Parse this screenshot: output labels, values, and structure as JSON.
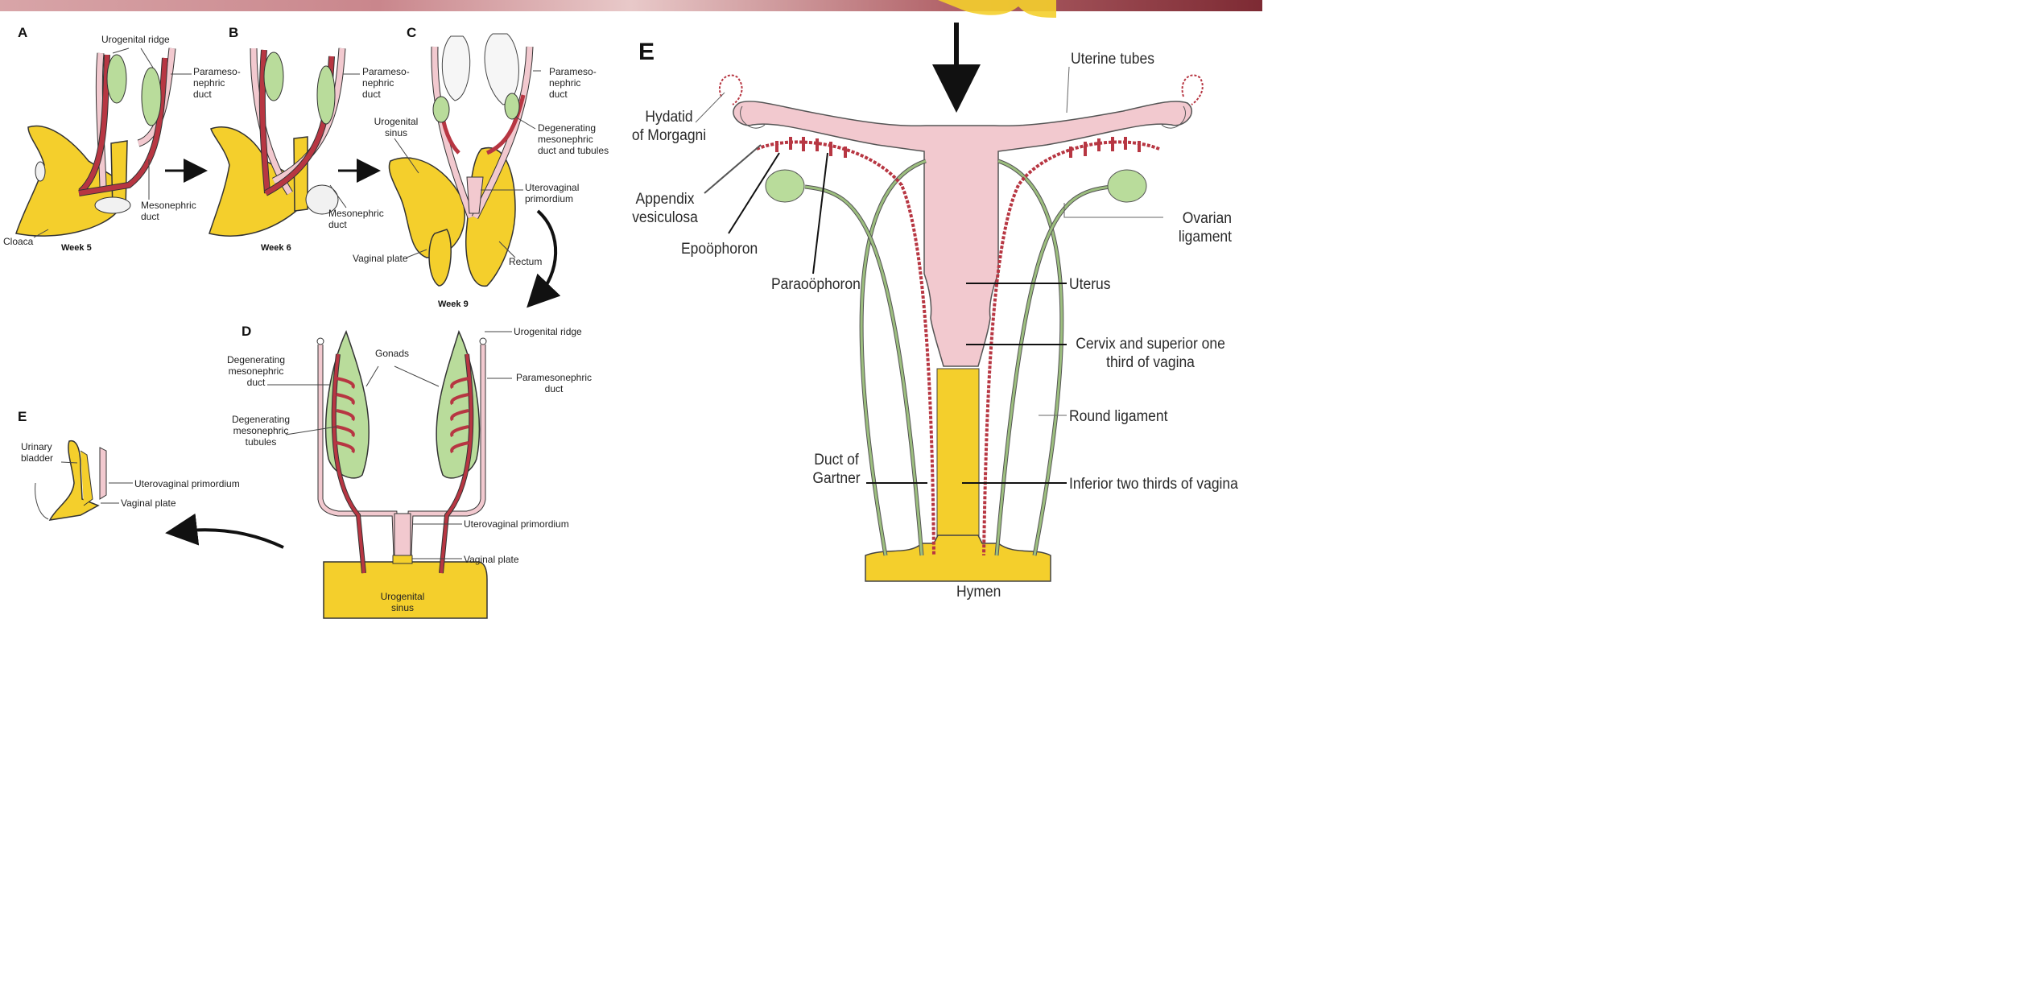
{
  "left_panel": {
    "A": {
      "letter": "A",
      "week": "Week 5",
      "urogenital_ridge": "Urogenital ridge",
      "paramesonephric": "Parameso-\nnephric\nduct",
      "mesonephric": "Mesonephric\nduct",
      "cloaca": "Cloaca"
    },
    "B": {
      "letter": "B",
      "week": "Week 6",
      "paramesonephric": "Parameso-\nnephric\nduct",
      "mesonephric": "Mesonephric\nduct"
    },
    "C": {
      "letter": "C",
      "week": "Week 9",
      "paramesonephric": "Parameso-\nnephric\nduct",
      "urogenital_sinus": "Urogenital\nsinus",
      "degenerating": "Degenerating\nmesonephric\nduct and tubules",
      "uterovaginal": "Uterovaginal\nprimordium",
      "vaginal_plate": "Vaginal plate",
      "rectum": "Rectum"
    },
    "D": {
      "letter": "D",
      "urogenital_ridge": "Urogenital ridge",
      "gonads": "Gonads",
      "degen_duct": "Degenerating\nmesonephric\nduct",
      "paramesonephric": "Paramesonephric\nduct",
      "degen_tubules": "Degenerating\nmesonephric\ntubules",
      "uterovaginal": "Uterovaginal primordium",
      "vaginal_plate": "Vaginal plate",
      "urogenital_sinus": "Urogenital\nsinus"
    },
    "E": {
      "letter": "E",
      "urinary_bladder": "Urinary\nbladder",
      "uterovaginal": "Uterovaginal primordium",
      "vaginal_plate": "Vaginal plate"
    }
  },
  "right_panel": {
    "letter": "E",
    "uterine_tubes": "Uterine tubes",
    "hydatid": "Hydatid\nof Morgagni",
    "appendix": "Appendix\nvesiculosa",
    "epoophoron": "Epoöphoron",
    "paraoophoron": "Paraoöphoron",
    "ovarian_ligament": "Ovarian\nligament",
    "uterus": "Uterus",
    "cervix": "Cervix and superior one\nthird of vagina",
    "round_ligament": "Round ligament",
    "duct_of_gartner": "Duct of\nGartner",
    "inferior_vagina": "Inferior two thirds of vagina",
    "hymen": "Hymen"
  },
  "colors": {
    "yellow": "#f4cf2c",
    "pink": "#f2c9cf",
    "green": "#b9dc9b",
    "red": "#b73642",
    "white_gonad": "#f4f4f4"
  }
}
